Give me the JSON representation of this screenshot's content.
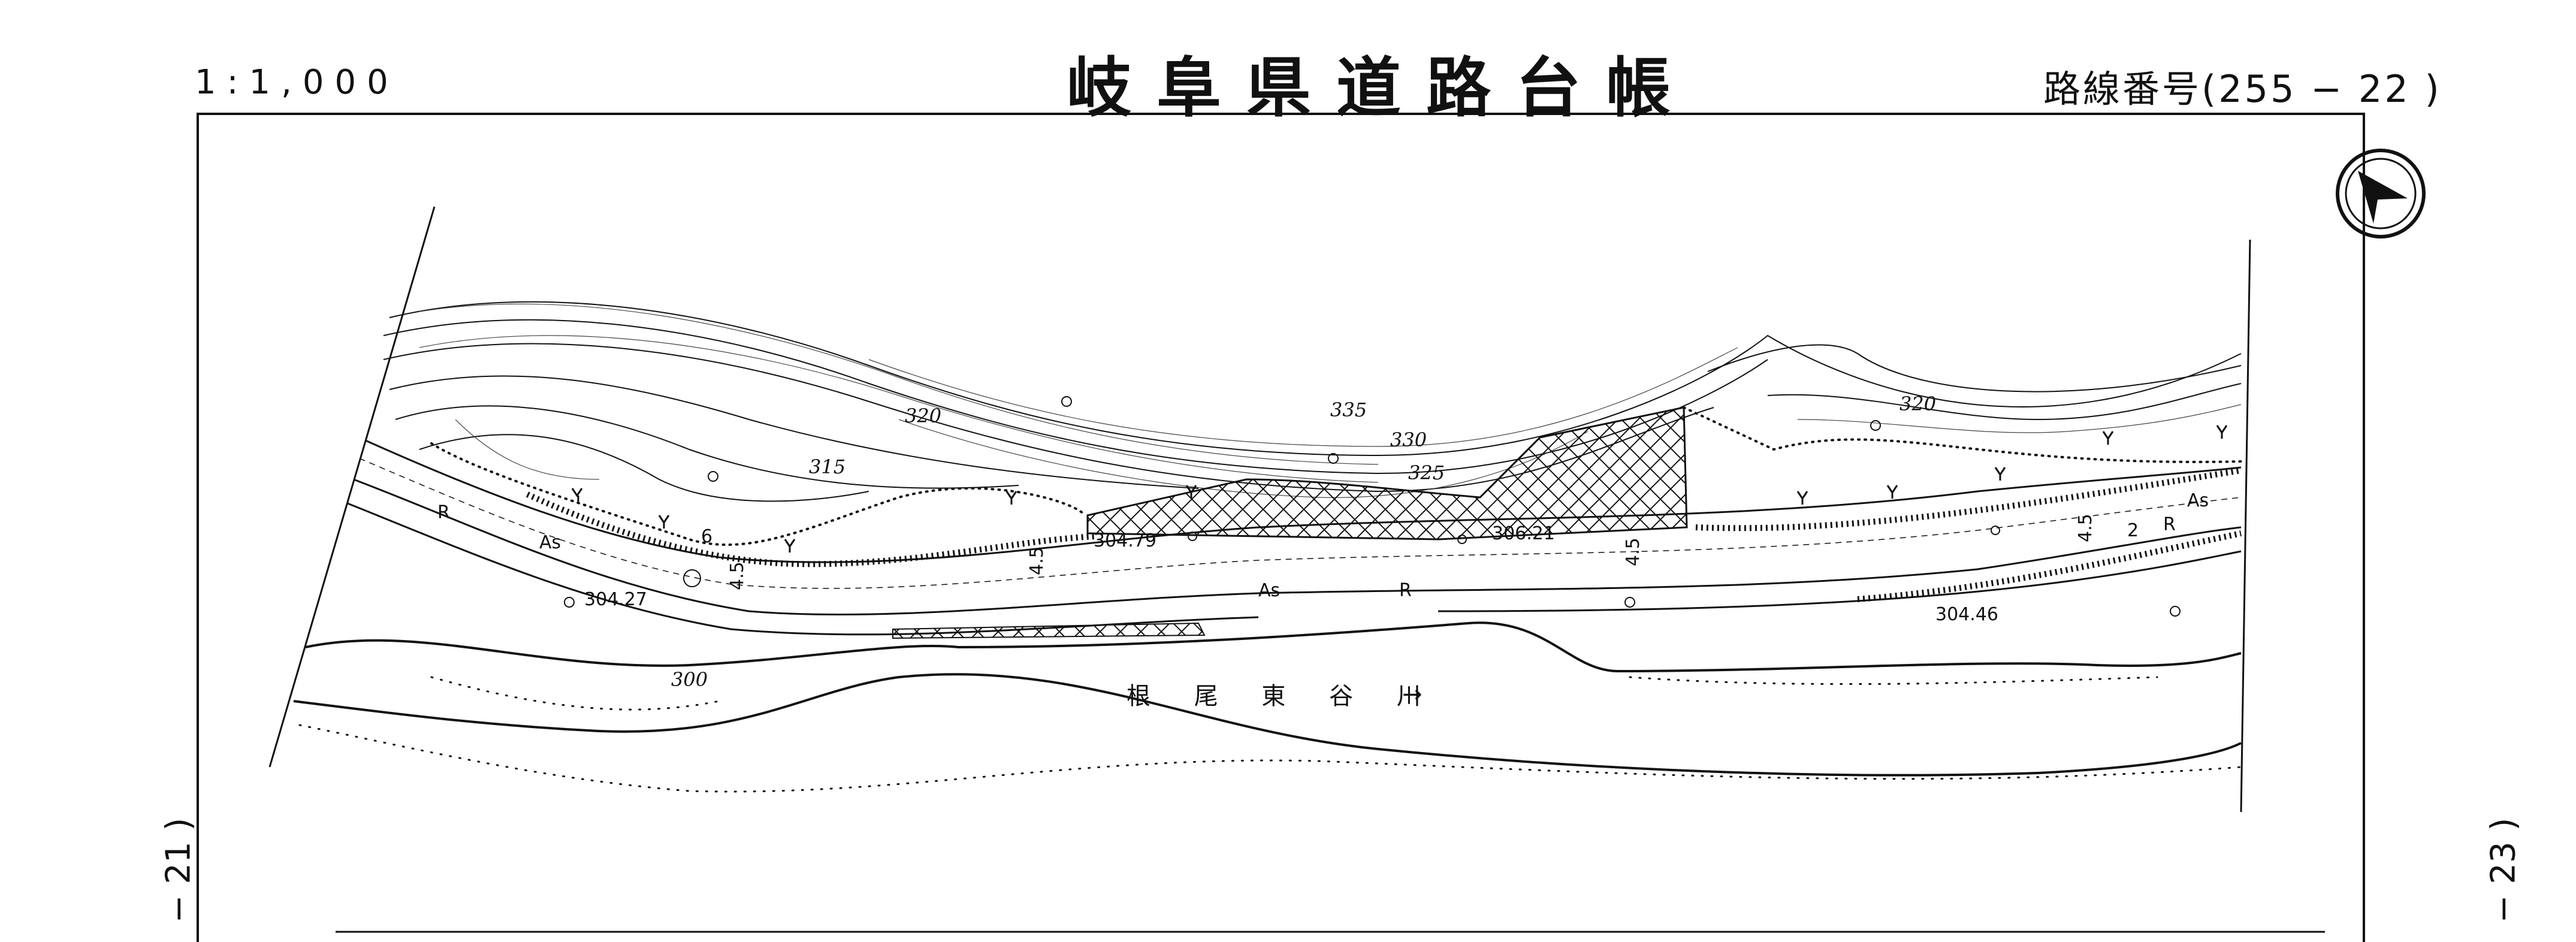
{
  "header": {
    "scale": "1:1,000",
    "title": "岐阜県道路台帳",
    "route_label": "路線番号",
    "route_number": "(255 − 22 )"
  },
  "margins": {
    "left_ref": "− 21 )",
    "right_ref": "− 23 )"
  },
  "map": {
    "north_arrow": "north-arrow-icon",
    "contours": [
      "335",
      "330",
      "325",
      "320",
      "320",
      "315",
      "300"
    ],
    "elevations": [
      "304.79",
      "306.21",
      "304.27",
      "304.46"
    ],
    "surface_labels": [
      "As",
      "As",
      "As"
    ],
    "shoulder_labels": [
      "R",
      "R",
      "R"
    ],
    "widths": [
      "4.5",
      "4.5",
      "4.5",
      "4.5",
      "2",
      "6"
    ],
    "river_name": "根 尾 東 谷 川",
    "flow_arrow": "→"
  }
}
